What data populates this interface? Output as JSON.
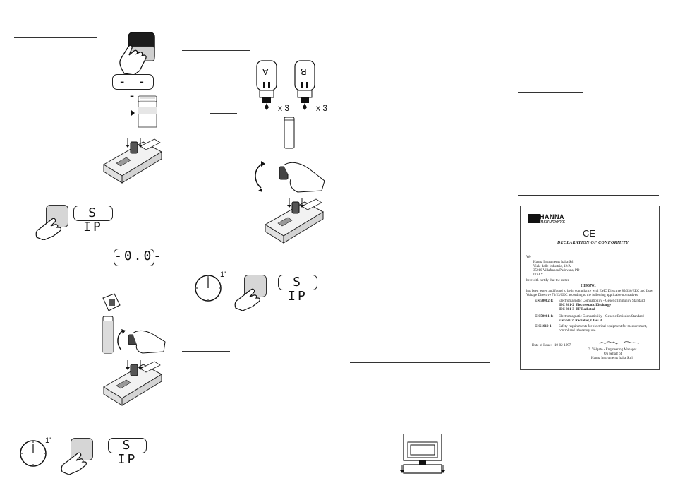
{
  "lcd_displays": {
    "dashes": "- - -",
    "sip_1": "S IP",
    "zero": "-0.0-",
    "sip_2": "S IP",
    "sip_3": "S IP"
  },
  "reagents": {
    "bottle_a_letter": "A",
    "bottle_b_letter": "B",
    "multiplier_a": "x 3",
    "multiplier_b": "x 3"
  },
  "timer": {
    "duration_1": "1'",
    "duration_2": "1'"
  },
  "certificate": {
    "logo_name": "HANNA",
    "logo_sub": "instruments",
    "ce_mark": "CE",
    "title": "DECLARATION OF CONFORMITY",
    "we": "We",
    "address": [
      "Hanna Instruments Italia Srl",
      "Viale delle Industrie, 12/A",
      "35010 Villafranca Padovana, PD",
      "ITALY"
    ],
    "herewith": "herewith certify that the meter",
    "model": "HI93701",
    "compliance": [
      "has been tested and found to be in compliance with EMC Directive 89/336/EEC and Low",
      "Voltage Directive 73/23/EEC according to the following applicable normatives:"
    ],
    "norms": [
      {
        "code": "EN 50082-1:",
        "text": "Electromagnetic Compatibility - Generic Immunity Standard"
      },
      {
        "code": "",
        "text": "IEC 801-2  Electrostatic Discharge"
      },
      {
        "code": "",
        "text": "IEC 801-3  RF Radiated"
      },
      {
        "code": "EN 50081-1:",
        "text": "Electromagnetic Compatibility - Generic Emission Standard"
      },
      {
        "code": "",
        "text": "EN 55022  Radiated, Class B"
      },
      {
        "code": "EN61010-1:",
        "text": "Safety requirements for electrical equipment for measurement,"
      },
      {
        "code": "",
        "text": "control and laboratory use"
      }
    ],
    "date_label": "Date of Issue:",
    "date_value": "19-02-1997",
    "signer": "D. Volpato - Engineering Manager",
    "behalf": "On behalf of",
    "company": "Hanna Instruments Italia S.r.l."
  }
}
